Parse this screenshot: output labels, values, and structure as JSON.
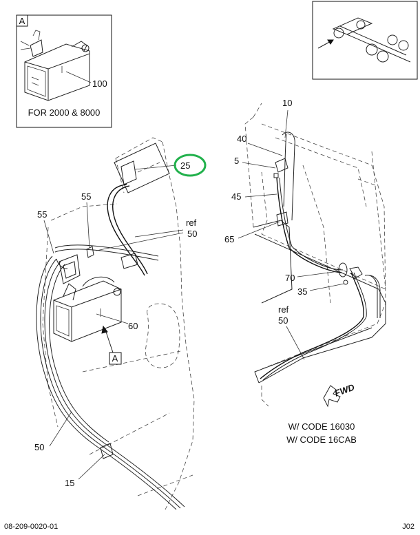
{
  "detail_box": {
    "letter": "A",
    "part": "100",
    "caption": "FOR 2000 & 8000"
  },
  "callouts": {
    "c10": "10",
    "c40": "40",
    "c5": "5",
    "c45": "45",
    "c65": "65",
    "c70": "70",
    "c35": "35",
    "c25": "25",
    "c55a": "55",
    "c55b": "55",
    "c60": "60",
    "c50": "50",
    "c15": "15",
    "ref_a_1": "ref",
    "ref_a_2": "50",
    "ref_b_1": "ref",
    "ref_b_2": "50",
    "view_a": "A"
  },
  "highlight_color": "#22b14c",
  "fwd_label": "FWD",
  "codes": [
    "W/ CODE 16030",
    "W/ CODE 16CAB"
  ],
  "footer": {
    "left": "08-209-0020-01",
    "right": "J02"
  }
}
